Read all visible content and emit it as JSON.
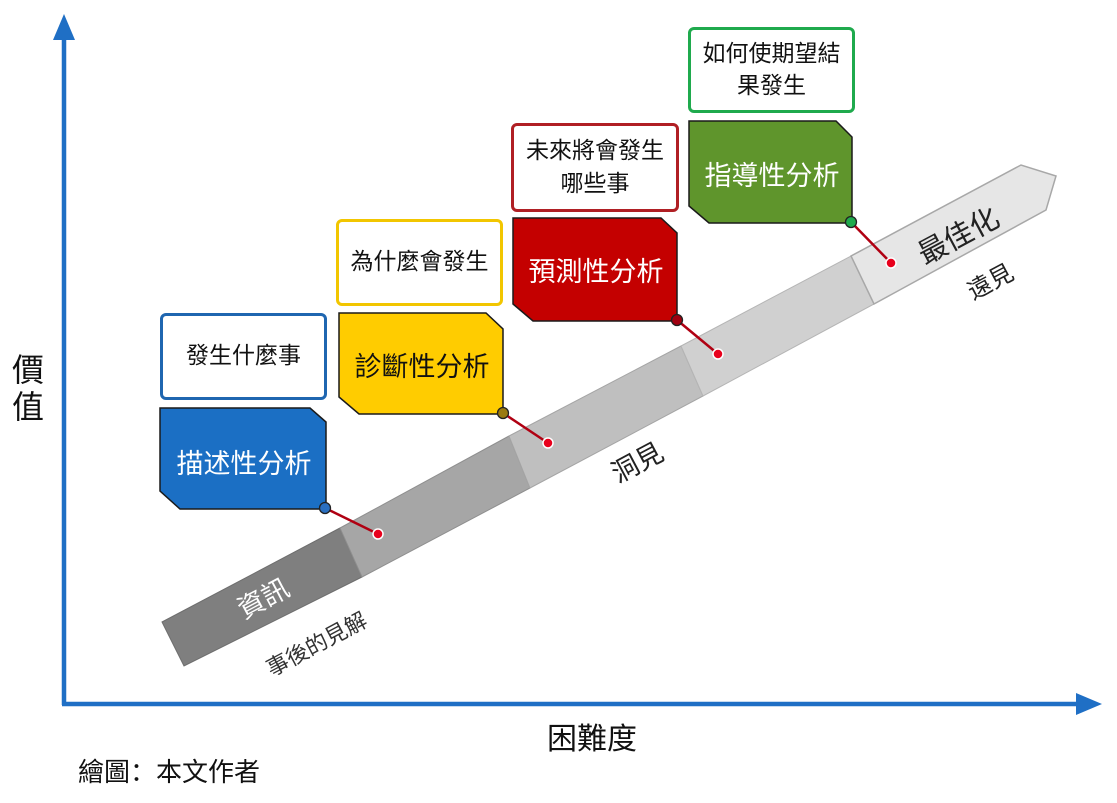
{
  "axes": {
    "y_label": "價值",
    "x_label": "困難度",
    "color": "#1F6FC5"
  },
  "band": {
    "stage_labels": {
      "information": "資訊",
      "hindsight": "事後的見解",
      "insight": "洞見",
      "optimization": "最佳化",
      "foresight": "遠見"
    }
  },
  "analytics": [
    {
      "id": "descriptive",
      "label": "描述性分析",
      "question": "發生什麼事",
      "fill": "#1B6FC4",
      "border": "#1F66B0",
      "text_color": "#ffffff"
    },
    {
      "id": "diagnostic",
      "label": "診斷性分析",
      "question": "為什麼會發生",
      "fill": "#FFCC00",
      "border": "#F2C600",
      "text_color": "#111111"
    },
    {
      "id": "predictive",
      "label": "預測性分析",
      "question": "未來將會發生哪些事",
      "fill": "#C40000",
      "border": "#B01F24",
      "text_color": "#ffffff"
    },
    {
      "id": "prescriptive",
      "label": "指導性分析",
      "question": "如何使期望結果發生",
      "fill": "#5F952C",
      "border": "#1FAA4D",
      "text_color": "#ffffff"
    }
  ],
  "credit": "繪圖：本文作者"
}
